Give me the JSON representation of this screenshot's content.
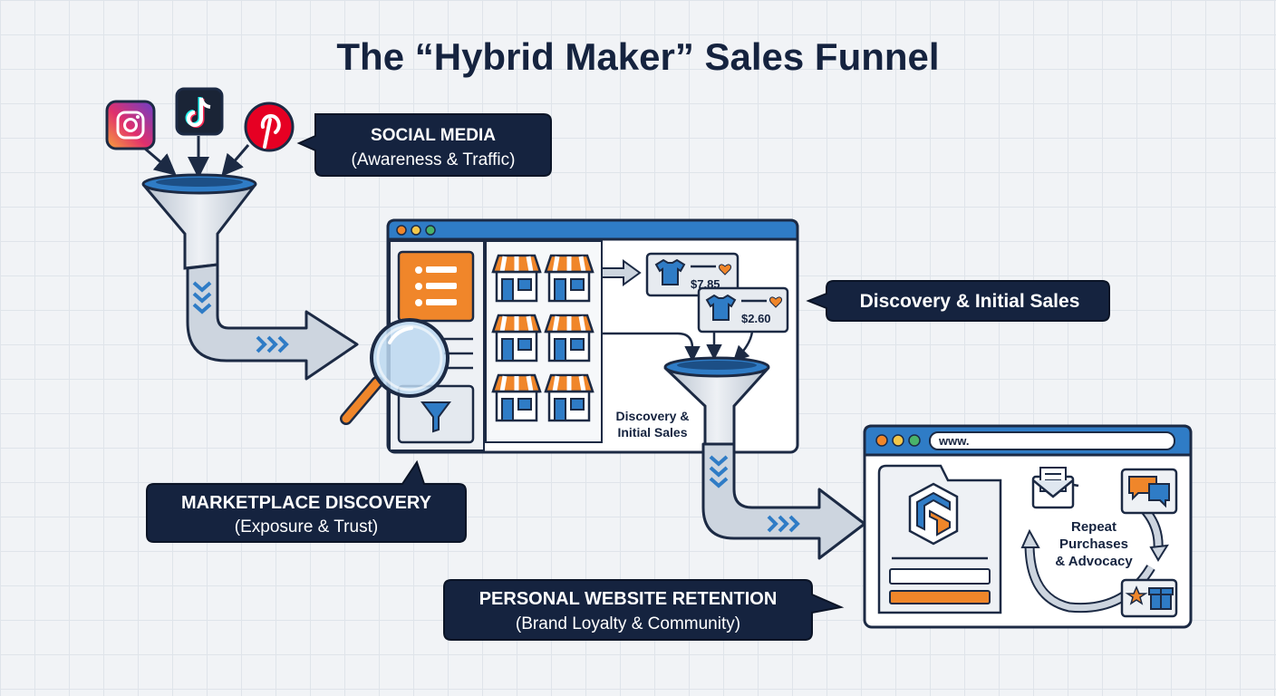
{
  "title": "The “Hybrid Maker” Sales Funnel",
  "colors": {
    "navy": "#15233f",
    "blue": "#2f7cc6",
    "orange": "#f0862a",
    "pipe": "#cdd5df",
    "outline": "#1c2a44"
  },
  "social_icons": [
    "instagram-icon",
    "tiktok-icon",
    "pinterest-icon"
  ],
  "stages": {
    "social": {
      "heading": "SOCIAL MEDIA",
      "sub": "(Awareness & Traffic)"
    },
    "discovery_callout": {
      "heading": "Discovery & Initial Sales"
    },
    "marketplace": {
      "heading": "MARKETPLACE DISCOVERY",
      "sub": "(Exposure & Trust)"
    },
    "retention": {
      "heading": "PERSONAL WEBSITE RETENTION",
      "sub": "(Brand Loyalty & Community)"
    }
  },
  "marketplace_window": {
    "products": [
      {
        "price": "$7.85"
      },
      {
        "price": "$2.60"
      }
    ],
    "inner_label_line1": "Discovery &",
    "inner_label_line2": "Initial Sales"
  },
  "website_window": {
    "url": "www.",
    "cycle_line1": "Repeat",
    "cycle_line2": "Purchases",
    "cycle_line3": "& Advocacy"
  }
}
